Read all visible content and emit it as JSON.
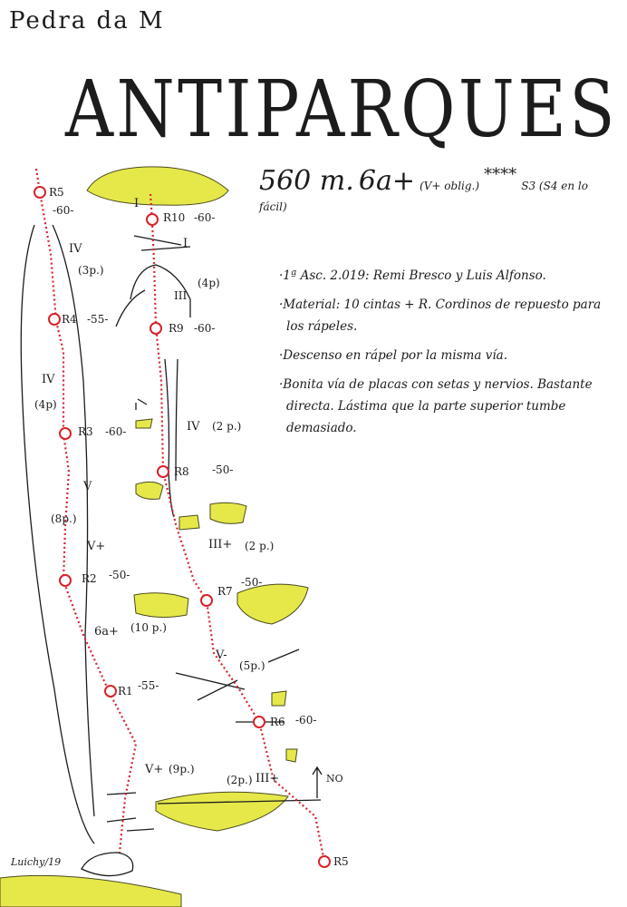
{
  "header": {
    "place": "Pedra da M",
    "title": "ANTIPARQUES"
  },
  "stats": {
    "length": "560 m.",
    "grade": "6a+",
    "grade_obligatory": "(V+ oblig.)",
    "stars": "****",
    "protection": "S3 (S4 en lo fácil)"
  },
  "notes": [
    "·1ª Asc. 2.019: Remi Bresco y Luis Alfonso.",
    "·Material: 10 cintas + R. Cordinos de repuesto para los rápeles.",
    "·Descenso en rápel por la misma vía.",
    "·Bonita vía de placas con setas y nervios. Bastante directa. Lástima que la parte superior tumbe demasiado."
  ],
  "signature": "Luichy/19",
  "left_pitch": {
    "anchors": [
      {
        "name": "R5",
        "length": "-60-"
      },
      {
        "name": "R4",
        "length": "-55-"
      },
      {
        "name": "R3",
        "length": "-60-"
      },
      {
        "name": "R2",
        "length": "-50-"
      },
      {
        "name": "R1",
        "length": "-55-"
      }
    ],
    "grades": [
      {
        "grade": "IV",
        "bolts": "(3p.)"
      },
      {
        "grade": "IV",
        "bolts": "(4p)"
      },
      {
        "grade": "V",
        "bolts": "(8p.)"
      },
      {
        "grade": "V+",
        "bolts": ""
      },
      {
        "grade": "6a+",
        "bolts": "(10 p.)"
      },
      {
        "grade": "V+",
        "bolts": "(9p.)"
      }
    ]
  },
  "right_pitch": {
    "anchors": [
      {
        "name": "R10",
        "length": "-60-"
      },
      {
        "name": "R9",
        "length": "-60-"
      },
      {
        "name": "R8",
        "length": "-50-"
      },
      {
        "name": "R7",
        "length": "-50-"
      },
      {
        "name": "R6",
        "length": "-60-"
      },
      {
        "name": "R5",
        "length": ""
      }
    ],
    "grades": [
      {
        "grade": "I",
        "bolts": ""
      },
      {
        "grade": "I",
        "bolts": ""
      },
      {
        "grade": "III",
        "bolts": "(4p)"
      },
      {
        "grade": "IV",
        "bolts": "(2 p.)"
      },
      {
        "grade": "III+",
        "bolts": "(2 p.)"
      },
      {
        "grade": "V-",
        "bolts": "(5p.)"
      },
      {
        "grade": "III+",
        "bolts": "(2p.)"
      }
    ],
    "north_label": "NO"
  },
  "colors": {
    "ink": "#1c1c1c",
    "route": "#d9222a",
    "lichen": "#e6e84a"
  }
}
